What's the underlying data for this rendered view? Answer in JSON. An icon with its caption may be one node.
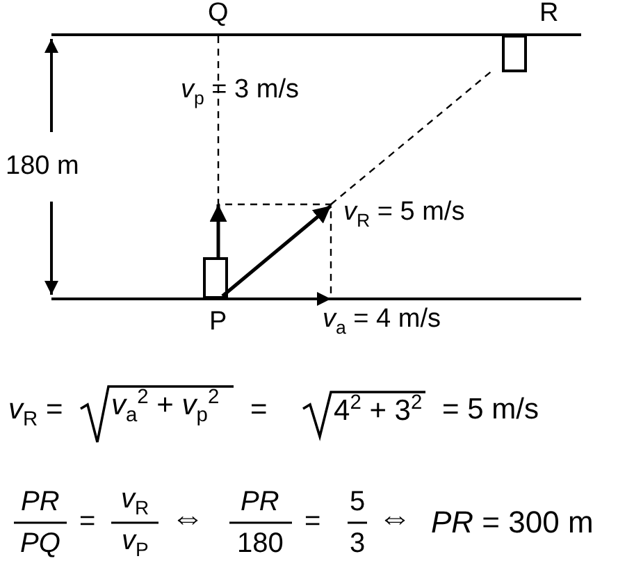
{
  "diagram": {
    "labels": [
      "Q",
      "R",
      "*v*$_{p}$ = 3 m/s",
      "180 m",
      "*v*$_{R}$ = 5 m/s",
      "P",
      "*v*$_{a}$ = 4 m/s",
      "*v*$_{R}$ =",
      "*v*$_{a}$$^{2}$ + *v*$_{p}$$^{2}$",
      "=",
      "4$^{2}$ + 3$^{2}$",
      "= 5 m/s",
      "PR",
      "PQ",
      "=",
      "*v*$_{R}$",
      "*v*$_{P}$",
      "⇔",
      "PR",
      "180",
      "=",
      "5",
      "3",
      "⇔",
      "*PR* = 300 m"
    ]
  }
}
